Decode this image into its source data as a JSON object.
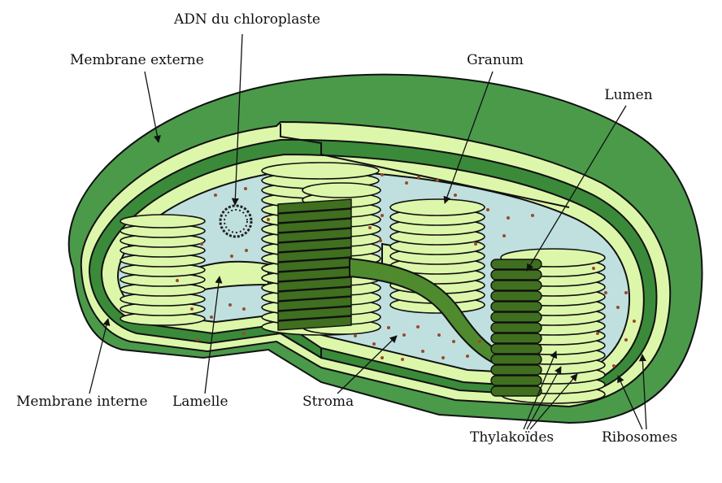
{
  "labels": {
    "adn": "ADN du chloroplaste",
    "membrane_externe": "Membrane externe",
    "granum": "Granum",
    "lumen": "Lumen",
    "membrane_interne": "Membrane interne",
    "lamelle": "Lamelle",
    "stroma": "Stroma",
    "thylakoides": "Thylakoïdes",
    "ribosomes": "Ribosomes"
  },
  "colors": {
    "outer_membrane": "#4a9a4a",
    "inner_band": "#3a8a3a",
    "pale_green": "#ddf7aa",
    "stroma": "#bfe0de",
    "dark_grana": "#3f6f1f",
    "ribosome": "#9a4a2a",
    "outline": "#111111"
  }
}
